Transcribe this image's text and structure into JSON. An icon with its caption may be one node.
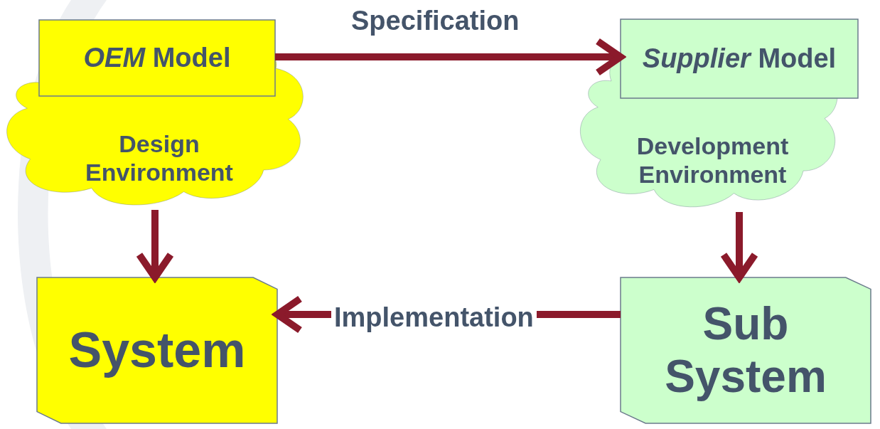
{
  "diagram": {
    "nodes": [
      {
        "text": [
          "Design Environment"
        ]
      },
      {
        "text": [
          "*OEM* Model"
        ]
      },
      {
        "text": [
          "Development Environment"
        ]
      },
      {
        "text": [
          "*Supplier* Model"
        ]
      },
      {
        "text": [
          "System"
        ]
      },
      {
        "text": [
          "Sub System"
        ]
      }
    ],
    "edges": [
      {
        "from": 1,
        "to": 3,
        "arrow": "to",
        "label": "Specification"
      },
      {
        "from": 0,
        "to": 4,
        "arrow": "to"
      },
      {
        "from": 2,
        "to": 5,
        "arrow": "to"
      },
      {
        "from": 5,
        "to": 4,
        "arrow": "to",
        "label": "Implementation"
      }
    ]
  }
}
